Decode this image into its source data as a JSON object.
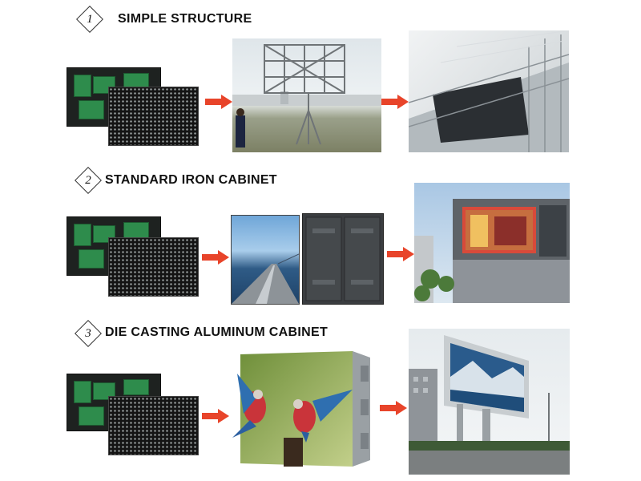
{
  "rows": [
    {
      "number": "1",
      "title": "SIMPLE STRUCTURE"
    },
    {
      "number": "2",
      "title": "STANDARD IRON CABINET"
    },
    {
      "number": "3",
      "title": "DIE CASTING ALUMINUM CABINET"
    }
  ],
  "colors": {
    "arrow": "#e8442a",
    "text": "#111111"
  },
  "icons": [
    "arrow-right-icon"
  ]
}
